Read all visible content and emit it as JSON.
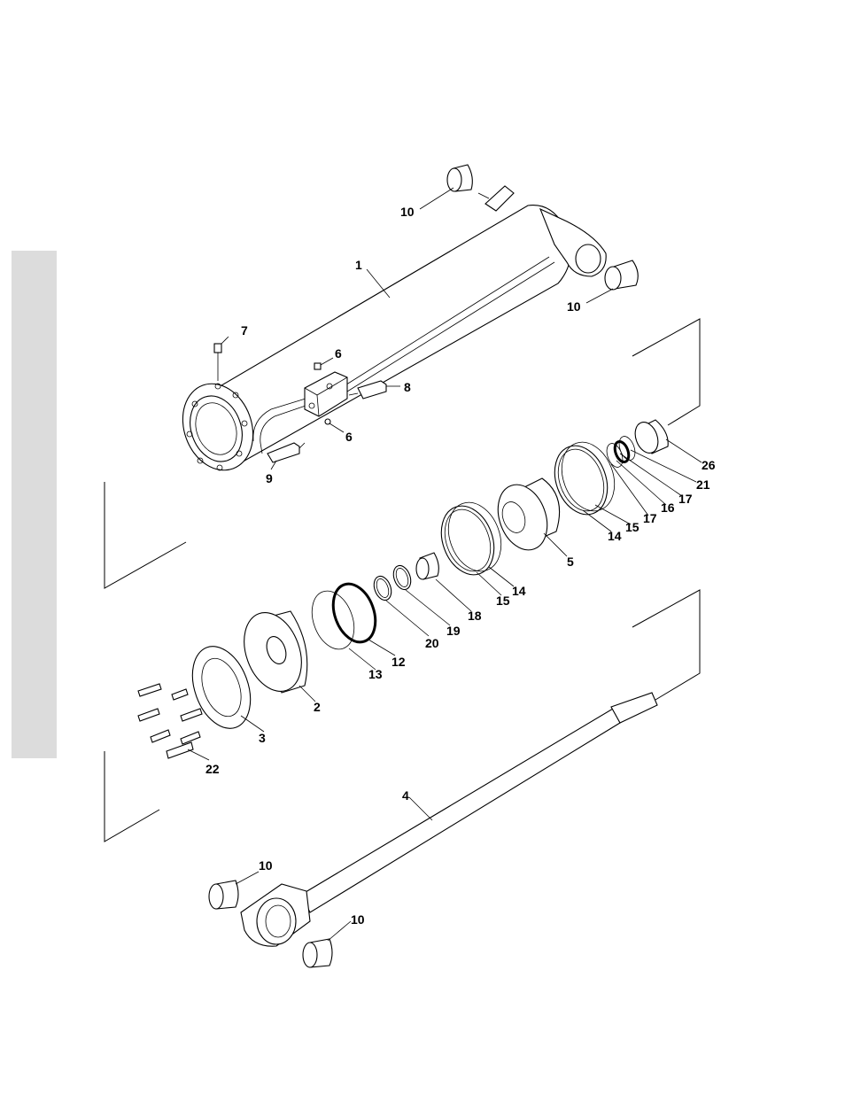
{
  "side_tab_color": "#dcdcdc",
  "callouts": [
    {
      "id": "c10a",
      "text": "10"
    },
    {
      "id": "c1",
      "text": "1"
    },
    {
      "id": "c10b",
      "text": "10"
    },
    {
      "id": "c7",
      "text": "7"
    },
    {
      "id": "c6a",
      "text": "6"
    },
    {
      "id": "c8",
      "text": "8"
    },
    {
      "id": "c6b",
      "text": "6"
    },
    {
      "id": "c9",
      "text": "9"
    },
    {
      "id": "c26",
      "text": "26"
    },
    {
      "id": "c21",
      "text": "21"
    },
    {
      "id": "c17a",
      "text": "17"
    },
    {
      "id": "c16",
      "text": "16"
    },
    {
      "id": "c17b",
      "text": "17"
    },
    {
      "id": "c15a",
      "text": "15"
    },
    {
      "id": "c14a",
      "text": "14"
    },
    {
      "id": "c5",
      "text": "5"
    },
    {
      "id": "c14b",
      "text": "14"
    },
    {
      "id": "c15b",
      "text": "15"
    },
    {
      "id": "c18",
      "text": "18"
    },
    {
      "id": "c19",
      "text": "19"
    },
    {
      "id": "c20",
      "text": "20"
    },
    {
      "id": "c12",
      "text": "12"
    },
    {
      "id": "c13",
      "text": "13"
    },
    {
      "id": "c2",
      "text": "2"
    },
    {
      "id": "c3",
      "text": "3"
    },
    {
      "id": "c22",
      "text": "22"
    },
    {
      "id": "c4",
      "text": "4"
    },
    {
      "id": "c10c",
      "text": "10"
    },
    {
      "id": "c10d",
      "text": "10"
    }
  ]
}
